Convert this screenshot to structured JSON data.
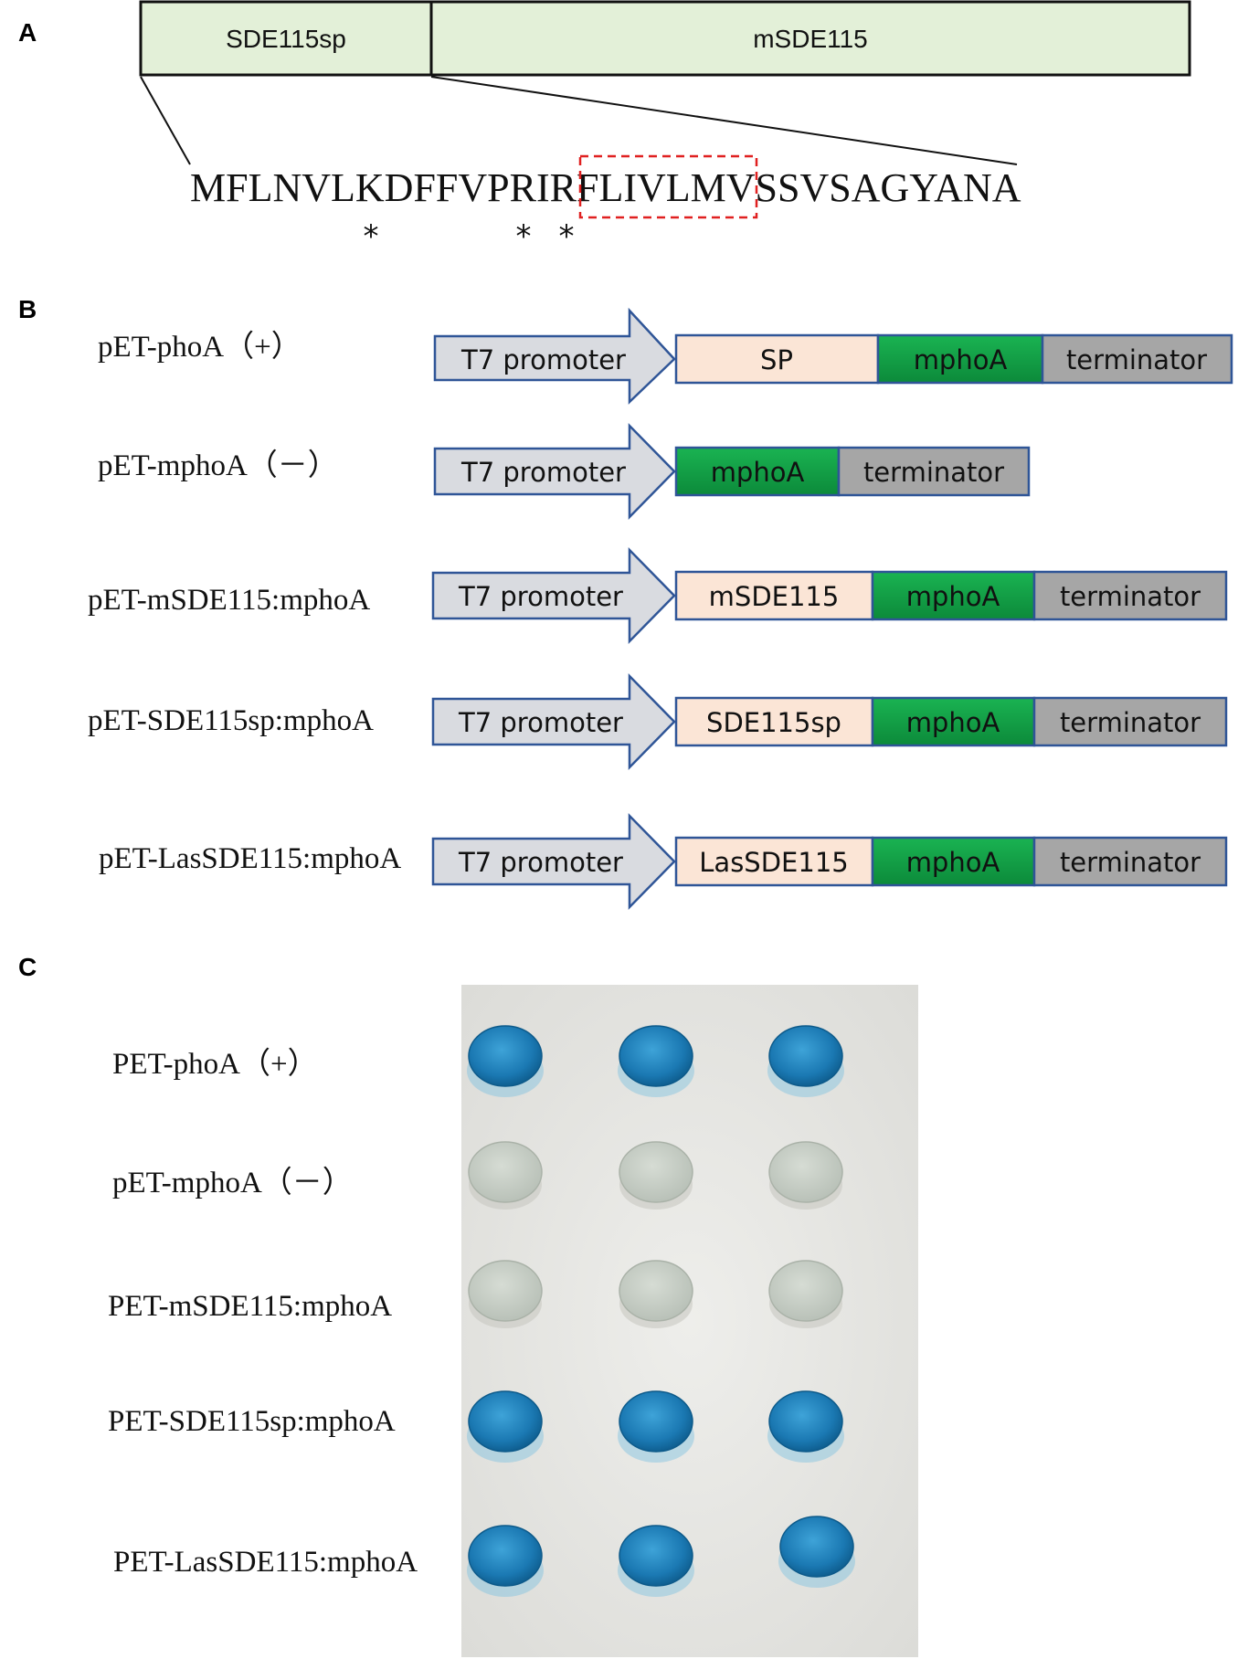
{
  "panels": {
    "a": "A",
    "b": "B",
    "c": "C"
  },
  "panel_a": {
    "signal_peptide_label": "SDE115sp",
    "mature_label": "mSDE115",
    "sequence": "MFLNVLKDFFVPRIRFLIVLMVSSVSAGYANA",
    "sequence_parts": [
      "MFLNVLKDFFVPRIR",
      "FLIVLMV",
      "SSVSAGYANA"
    ],
    "asterisk": "*",
    "box_fill": "#e3f0d8",
    "highlight_color": "#e02020"
  },
  "panel_b": {
    "promoter_label": "T7 promoter",
    "terminator_label": "terminator",
    "reporter_label": "mphoA",
    "colors": {
      "promoter": "#d9dbe0",
      "signal": "#fbe5d6",
      "reporter": "#12a046",
      "terminator": "#a6a6a6",
      "outline": "#2f5597"
    },
    "constructs": [
      {
        "name": "pET-phoA（+）",
        "insert": "SP"
      },
      {
        "name": "pET-mphoA（－）",
        "insert": ""
      },
      {
        "name": "pET-mSDE115:mphoA",
        "insert": "mSDE115"
      },
      {
        "name": "pET-SDE115sp:mphoA",
        "insert": "SDE115sp"
      },
      {
        "name": "pET-LasSDE115:mphoA",
        "insert": "LasSDE115"
      }
    ]
  },
  "panel_c": {
    "plate_color": "#e7e6e2",
    "rows": [
      {
        "name": "PET-phoA（+）",
        "result": "blue"
      },
      {
        "name": "pET-mphoA（－）",
        "result": "white"
      },
      {
        "name": "PET-mSDE115:mphoA",
        "result": "white"
      },
      {
        "name": "PET-SDE115sp:mphoA",
        "result": "blue"
      },
      {
        "name": "PET-LasSDE115:mphoA",
        "result": "blue"
      }
    ],
    "replicates_per_row": 3,
    "colony_colors": {
      "blue": "#1f7fb8",
      "white": "#c9cfc6"
    }
  }
}
